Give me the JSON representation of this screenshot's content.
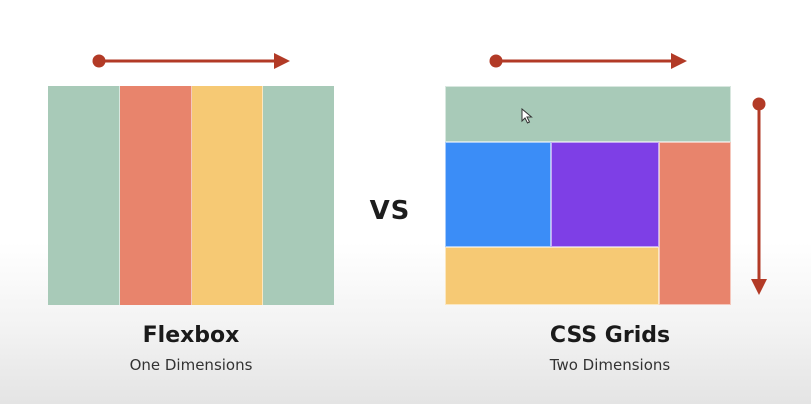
{
  "colors": {
    "arrow": "#b23a26",
    "sage": "#a8cab8",
    "salmon": "#e8846c",
    "yellow": "#f6c974",
    "blue": "#3b8df7",
    "purple": "#7e3fe6"
  },
  "center": {
    "vs": "VS"
  },
  "flexbox": {
    "title": "Flexbox",
    "subtitle": "One Dimensions",
    "columns": [
      "sage",
      "salmon",
      "yellow",
      "sage"
    ]
  },
  "grid": {
    "title": "CSS Grids",
    "subtitle": "Two Dimensions",
    "cells": {
      "header": "sage",
      "a": "blue",
      "b": "purple",
      "side": "salmon",
      "footer": "yellow"
    }
  },
  "icons": {
    "cursor": "mouse-pointer-icon",
    "horizontal_arrow": "arrow-right-icon",
    "vertical_arrow": "arrow-down-icon"
  }
}
